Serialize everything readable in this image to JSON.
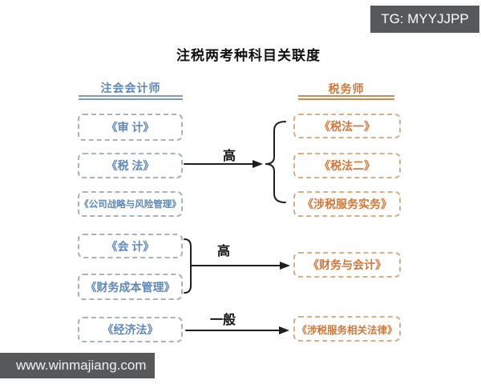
{
  "badge": {
    "text": "TG: MYYJJPP"
  },
  "title": "注税两考种科目关联度",
  "left": {
    "header": "注会会计师",
    "items": [
      {
        "label": "《审 计》"
      },
      {
        "label": "《税 法》"
      },
      {
        "label": "《公司战略与风险管理》"
      },
      {
        "label": "《会 计》"
      },
      {
        "label": "《财务成本管理》"
      },
      {
        "label": "《经济法》"
      }
    ]
  },
  "right": {
    "header": "税务师",
    "items": [
      {
        "label": "《税法一》"
      },
      {
        "label": "《税法二》"
      },
      {
        "label": "《涉税服务实务》"
      },
      {
        "label": "《财务与会计》"
      },
      {
        "label": "《涉税服务相关法律》"
      }
    ]
  },
  "connections": [
    {
      "label": "高"
    },
    {
      "label": "高"
    },
    {
      "label": "一般"
    }
  ],
  "watermark": {
    "text": "www.winmajiang.com"
  },
  "colors": {
    "accent_blue": "#5e88b8",
    "accent_orange": "#d2773b",
    "dash_blue": "#a9b2bd",
    "dash_orange": "#dcae88",
    "line_dark": "#1f1f1f",
    "badge_bg": "#57585a"
  }
}
